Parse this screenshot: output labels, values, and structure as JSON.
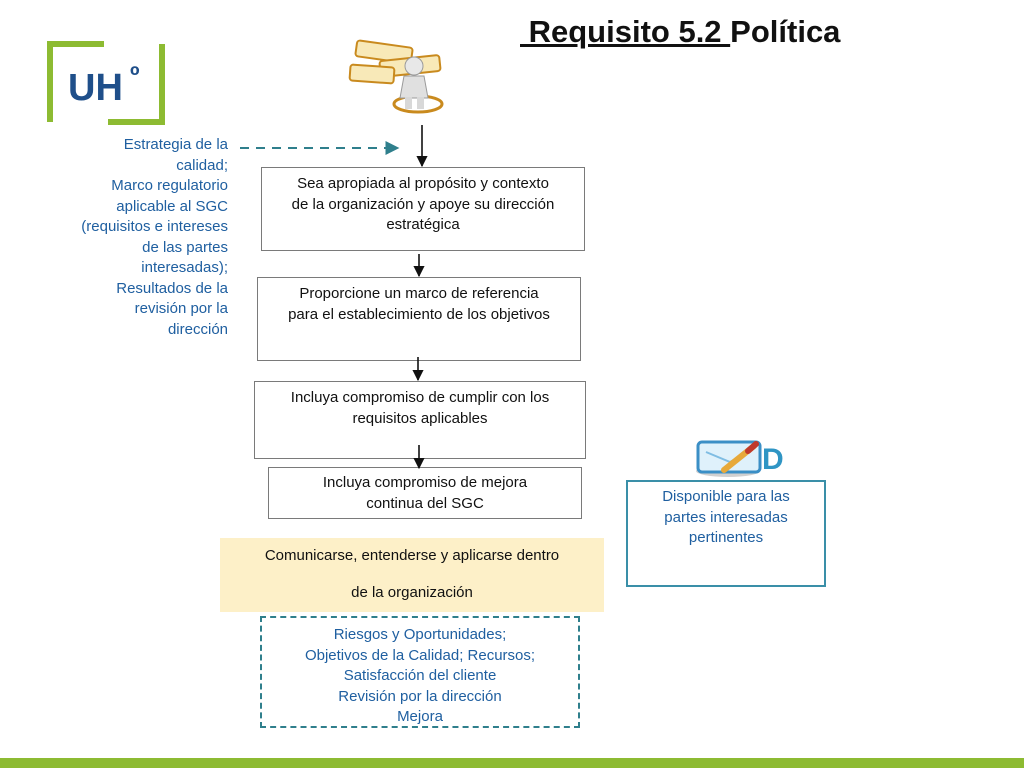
{
  "title": {
    "underlined": " Requisito 5.2 ",
    "rest": "Política"
  },
  "logo": {
    "text": "UH",
    "superscript": "º",
    "color": "#8dbb32",
    "text_color": "#1f4f8a"
  },
  "inputs_text": [
    "Estrategia de la",
    "calidad;",
    "Marco regulatorio",
    "aplicable al SGC",
    "(requisitos e intereses",
    "de las partes",
    "interesadas);",
    "Resultados de la",
    "revisión por la",
    "dirección"
  ],
  "flow_boxes": [
    [
      "Sea apropiada al propósito y contexto",
      "de la organización y apoye su dirección",
      "estratégica"
    ],
    [
      "Proporcione un marco de referencia",
      "para el establecimiento de los objetivos"
    ],
    [
      "Incluya compromiso de cumplir con los",
      "requisitos aplicables"
    ],
    [
      "Incluya compromiso de mejora",
      "continua del SGC"
    ]
  ],
  "communicate": {
    "line1": "Comunicarse, entenderse y aplicarse dentro",
    "line2": "de la organización"
  },
  "related": [
    "Riesgos y Oportunidades;",
    "Objetivos de la Calidad; Recursos;",
    "Satisfacción del cliente",
    "Revisión por la dirección",
    "Mejora"
  ],
  "documented": {
    "letter": "D",
    "lines": [
      "Disponible para las",
      "partes interesadas",
      "pertinentes"
    ]
  },
  "icons": {
    "person": "person-with-signs-icon",
    "document": "document-pencil-icon"
  },
  "colors": {
    "accent_green": "#8dbb32",
    "text_blue": "#1f5fa0",
    "teal": "#2f7f8c",
    "highlight": "#fdf0c8"
  }
}
